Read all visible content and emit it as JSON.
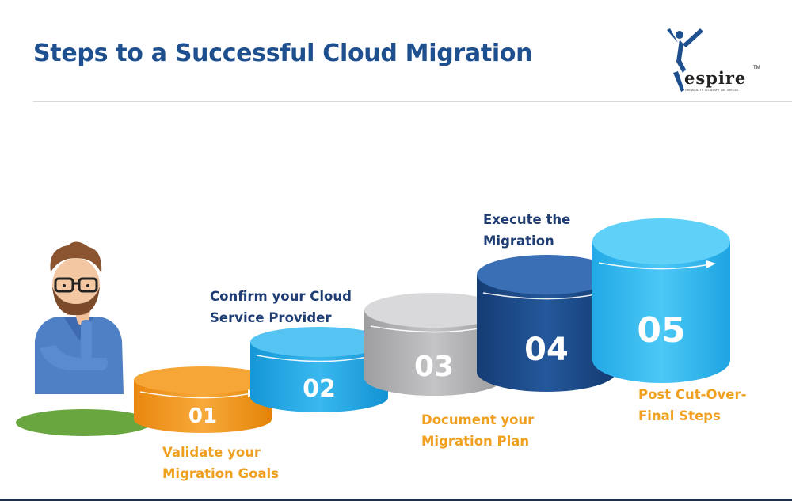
{
  "header": {
    "title": "Steps to a Successful Cloud Migration"
  },
  "logo": {
    "text": "espire",
    "trademark": "TM",
    "tagline": "THE AGILITY TO ADAPT ON THE GO"
  },
  "steps": [
    {
      "number": "01",
      "label": "Validate your\nMigration Goals",
      "color": "#f39a1e"
    },
    {
      "number": "02",
      "label": "Confirm your Cloud\nService Provider",
      "color": "#29aee8"
    },
    {
      "number": "03",
      "label": "Document your\nMigration Plan",
      "color": "#b9b9bb"
    },
    {
      "number": "04",
      "label": "Execute the\nMigration",
      "color": "#1e4f8f"
    },
    {
      "number": "05",
      "label": "Post Cut-Over-\nFinal Steps",
      "color": "#3cc0f0"
    }
  ],
  "colors": {
    "title": "#1e4f8f",
    "label_dark": "#1f3d73",
    "label_orange": "#f0a020",
    "ground": "#6aa640"
  }
}
